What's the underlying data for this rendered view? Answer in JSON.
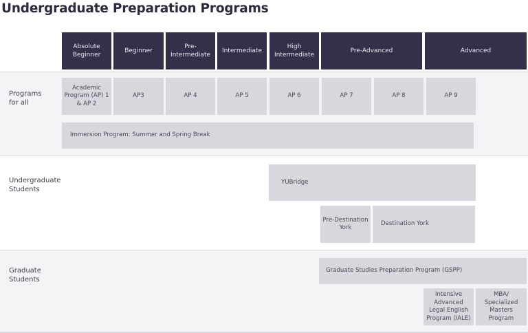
{
  "title": "Undergraduate Preparation Programs",
  "levels": [
    {
      "label": "Absolute Beginner"
    },
    {
      "label": "Beginner"
    },
    {
      "label": "Pre-Intermediate"
    },
    {
      "label": "Intermediate"
    },
    {
      "label": "High Intermediate"
    },
    {
      "label": "Pre-Advanced"
    },
    {
      "label": "Advanced"
    }
  ],
  "sections": [
    {
      "label": "Programs for all",
      "programs": [
        {
          "label": "Academic Program (AP) 1 & AP 2"
        },
        {
          "label": "AP3"
        },
        {
          "label": "AP 4"
        },
        {
          "label": "AP 5"
        },
        {
          "label": "AP 6"
        },
        {
          "label": "AP 7"
        },
        {
          "label": "AP 8"
        },
        {
          "label": "AP 9"
        },
        {
          "label": "Immersion Program: Summer and Spring Break"
        }
      ]
    },
    {
      "label": "Undergraduate Students",
      "programs": [
        {
          "label": "YUBridge"
        },
        {
          "label": "Pre-Destination York"
        },
        {
          "label": "Destination York"
        }
      ]
    },
    {
      "label": "Graduate Students",
      "programs": [
        {
          "label": "Graduate Studies Preparation Program (GSPP)"
        },
        {
          "label": "Intensive Advanced Legal English Program (IALE)"
        },
        {
          "label": "MBA/ Specialized Masters Program"
        }
      ]
    }
  ],
  "colors": {
    "header_bg": "#33304a",
    "program_bg": "#d9d7dd",
    "section_gray_bg": "#f4f4f6"
  }
}
